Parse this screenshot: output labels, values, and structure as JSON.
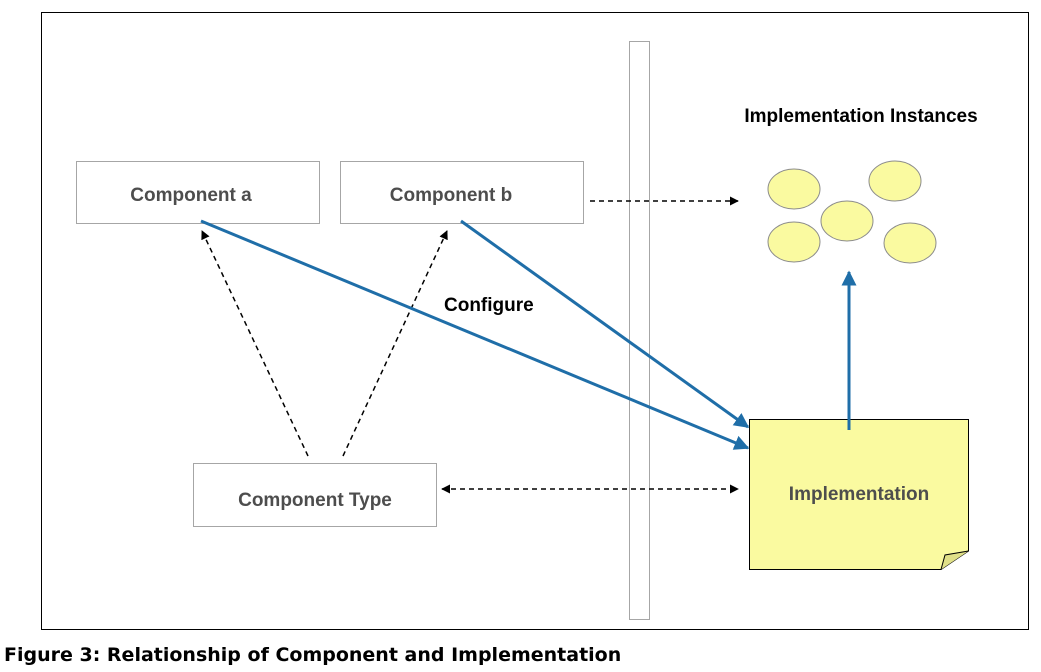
{
  "diagram": {
    "nodes": {
      "component_a": "Component a",
      "component_b": "Component b",
      "component_type": "Component Type",
      "implementation": "Implementation",
      "instances_title": "Implementation Instances"
    },
    "edge_label_configure": "Configure"
  },
  "caption": "Figure 3: Relationship of Component and Implementation",
  "colors": {
    "arrow_blue": "#1f6ea8",
    "implementation_fill": "#fafaa0",
    "instance_fill": "#fafaa0",
    "box_border": "#a6a6a6",
    "frame_border": "#000000"
  }
}
